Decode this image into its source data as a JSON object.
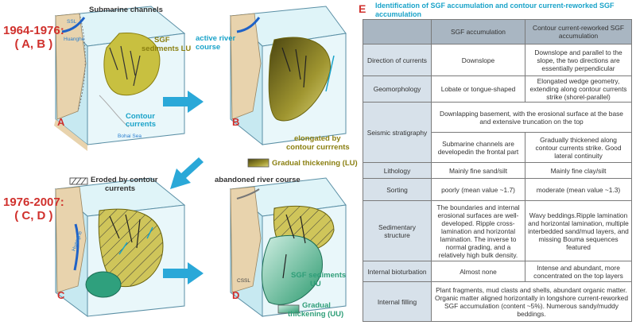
{
  "figure": {
    "period1": {
      "years": "1964-1976:",
      "panels": "( A, B )"
    },
    "period2": {
      "years": "1976-2007:",
      "panels": "( C, D )"
    },
    "panel_letters": [
      "A",
      "B",
      "C",
      "D"
    ],
    "labels": {
      "submarine_channels": "Submarine channels",
      "sgf_sediments_lu_1": "SGF",
      "sgf_sediments_lu_2": "sediments LU",
      "active_river_1": "active river",
      "active_river_2": "course",
      "contour_currents_1": "Contour",
      "contour_currents_2": "currents",
      "bohai_sea": "Bohai Sea",
      "elongated_1": "elongated by",
      "elongated_2": "contour currrents",
      "gradual_lu": "Gradual thickening (LU)",
      "eroded_1": "Eroded by contour",
      "eroded_2": "currents",
      "abandoned": "abandoned river course",
      "sgf_uu_1": "SGF sediments",
      "sgf_uu_2": "UU",
      "gradual_uu_1": "Gradual",
      "gradual_uu_2": "thickening (UU)",
      "ssl_a": "SSL",
      "huanghe_a": "Huanghe",
      "ssl_d": "CSSL",
      "huanghe_c": "Huanghe"
    }
  },
  "table": {
    "letter": "E",
    "title": "Identification of SGF accumulation and contour current-reworked SGF accumulation",
    "headers": [
      "",
      "SGF accumulation",
      "Contour current-reworked SGF accumulation"
    ],
    "rows": {
      "direction": {
        "label": "Direction of currents",
        "sgf": "Downslope",
        "contour": "Downslope and parallel to the slope, the two directions are essentially perpendicular"
      },
      "geomorphology": {
        "label": "Geomorphology",
        "sgf": "Lobate or tongue-shaped",
        "contour": "Elongated wedge geometry, extending along contour currents strike (shorel-parallel)"
      },
      "seismic": {
        "label": "Seismic stratigraphy",
        "shared": "Downlapping basement, with the erosional surface at the base and extensive truncation on the top",
        "sgf": "Submarine channels are developedin the frontal part",
        "contour": "Gradually thickened along contour currents strike. Good lateral continuity"
      },
      "lithology": {
        "label": "Lithology",
        "sgf": "Mainly fine sand/silt",
        "contour": "Mainly fine clay/silt"
      },
      "sorting": {
        "label": "Sorting",
        "sgf": "poorly (mean value ~1.7)",
        "contour": "moderate (mean value ~1.3)"
      },
      "sedimentary": {
        "label": "Sedimentary structure",
        "sgf": "The boundaries and internal erosional surfaces are well-developed. Ripple cross-lamination and horizontal lamination. The inverse to normal grading, and a relatively high bulk density.",
        "contour": "Wavy beddings.Ripple lamination and horizontal lamination, multiple interbedded sand/mud layers, and missing Bouma sequences featured"
      },
      "bioturbation": {
        "label": "Internal bioturbation",
        "sgf": "Almost none",
        "contour": "Intense and abundant, more concentrated on the top layers"
      },
      "filling": {
        "label": "Internal filling",
        "shared": "Plant fragments, mud clasts and shells, abundant organic matter. Organic matter aligned horizontally in longshore current-reworked SGF accumulation (content ~5%). Numerous sandy/muddy beddings."
      }
    }
  }
}
